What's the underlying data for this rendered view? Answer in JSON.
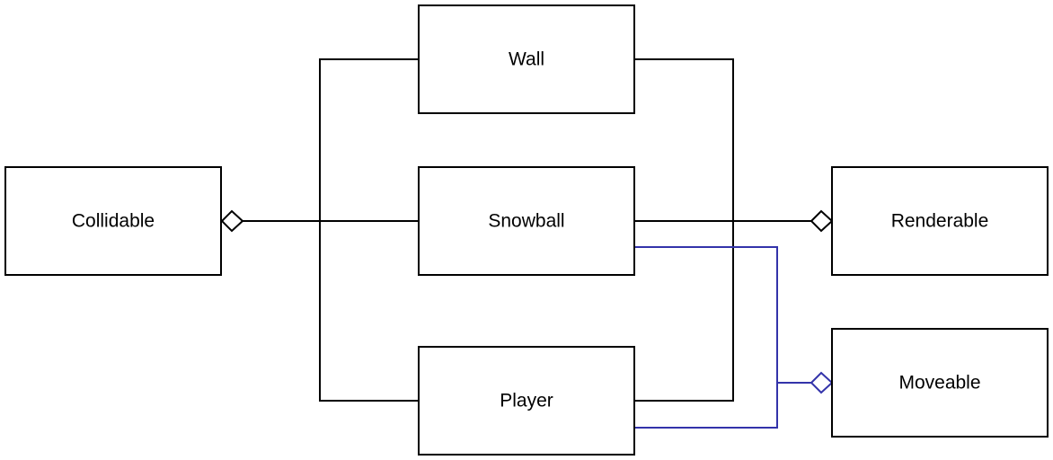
{
  "nodes": {
    "wall": {
      "label": "Wall"
    },
    "collidable": {
      "label": "Collidable"
    },
    "snowball": {
      "label": "Snowball"
    },
    "renderable": {
      "label": "Renderable"
    },
    "player": {
      "label": "Player"
    },
    "moveable": {
      "label": "Moveable"
    }
  },
  "edges": [
    {
      "from": "wall",
      "to": "collidable",
      "type": "aggregation",
      "color": "#000000"
    },
    {
      "from": "snowball",
      "to": "collidable",
      "type": "aggregation",
      "color": "#000000"
    },
    {
      "from": "player",
      "to": "collidable",
      "type": "aggregation",
      "color": "#000000"
    },
    {
      "from": "wall",
      "to": "renderable",
      "type": "aggregation",
      "color": "#000000"
    },
    {
      "from": "snowball",
      "to": "renderable",
      "type": "aggregation",
      "color": "#000000"
    },
    {
      "from": "player",
      "to": "renderable",
      "type": "aggregation",
      "color": "#000000"
    },
    {
      "from": "snowball",
      "to": "moveable",
      "type": "aggregation",
      "color": "#3333aa"
    },
    {
      "from": "player",
      "to": "moveable",
      "type": "aggregation",
      "color": "#3333aa"
    }
  ],
  "colors": {
    "box_stroke": "#000000",
    "edge_default": "#000000",
    "edge_moveable": "#3333aa"
  }
}
